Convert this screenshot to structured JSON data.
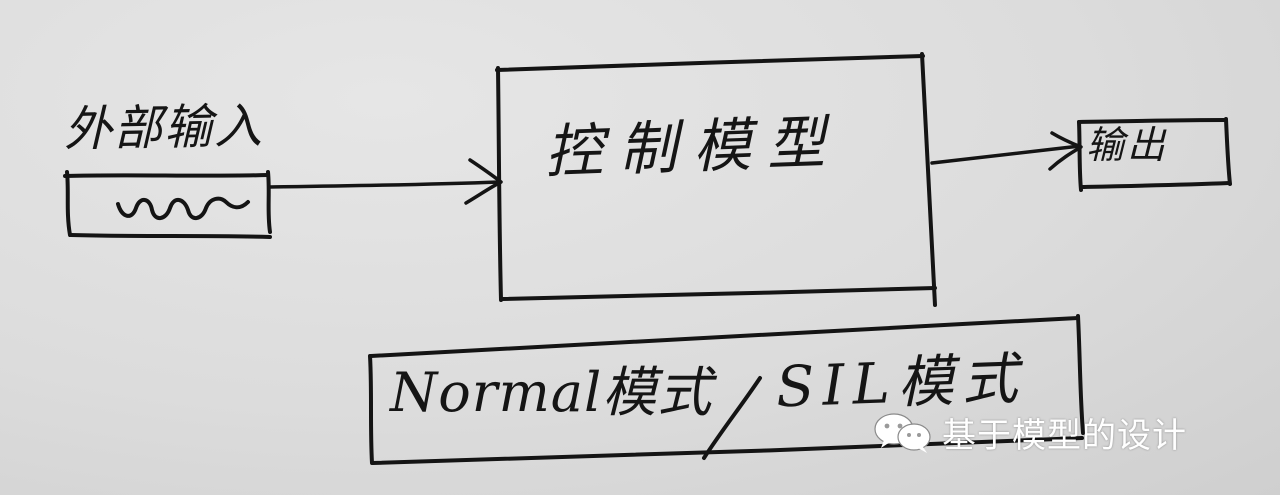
{
  "diagram": {
    "input_label": "外部输入",
    "model_label": "控制模型",
    "output_label": "输出",
    "mode_normal_label": "Normal模式",
    "mode_sil_label": "SIL模式"
  },
  "watermark": {
    "icon": "wechat-icon",
    "text": "基于模型的设计"
  },
  "colors": {
    "ink": "#141414",
    "paper": "#dcdcdc",
    "watermark": "#ffffff"
  }
}
